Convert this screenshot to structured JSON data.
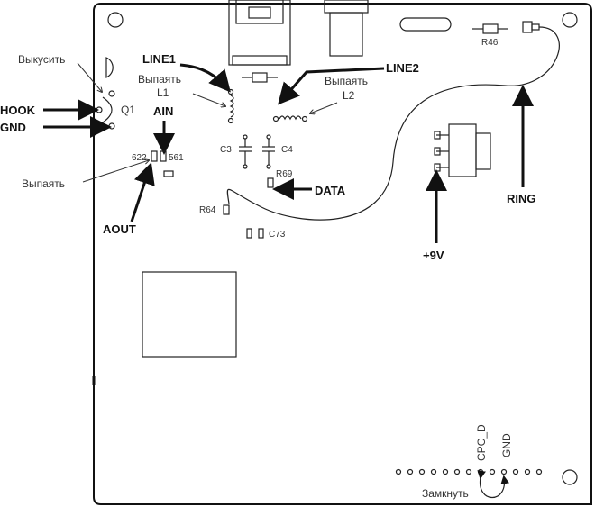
{
  "labels": {
    "vykusit": "Выкусить",
    "vypayat_l1": "Выпаять",
    "l1": "L1",
    "vypayat_l2": "Выпаять",
    "l2": "L2",
    "vypayat_r": "Выпаять",
    "zamknut": "Замкнуть"
  },
  "signals": {
    "hook": "HOOK",
    "gnd": "GND",
    "line1": "LINE1",
    "line2": "LINE2",
    "ain": "AIN",
    "aout": "AOUT",
    "data": "DATA",
    "ring": "RING",
    "v9": "+9V"
  },
  "parts": {
    "q1": "Q1",
    "r46": "R46",
    "c3": "C3",
    "c4": "C4",
    "r69": "R69",
    "r64": "R64",
    "c73": "C73",
    "r622": "622",
    "r561": "561"
  },
  "header": {
    "cpc_d": "CPC_D",
    "gnd": "GND"
  }
}
